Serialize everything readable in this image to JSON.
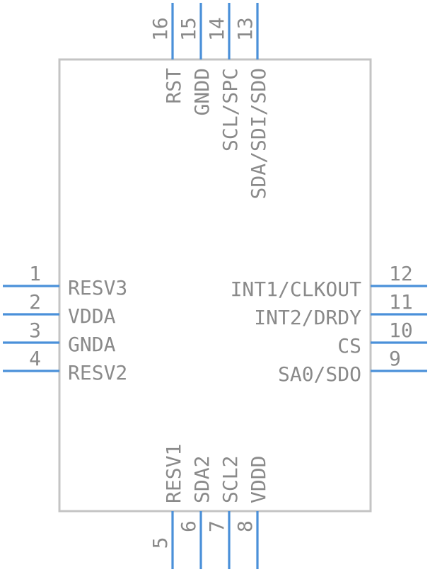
{
  "component": {
    "colors": {
      "pin": "#4a90d9",
      "outline": "#c4c4c4",
      "text": "#8a8a8a"
    },
    "pins_left": [
      {
        "number": "1",
        "label": "RESV3"
      },
      {
        "number": "2",
        "label": "VDDA"
      },
      {
        "number": "3",
        "label": "GNDA"
      },
      {
        "number": "4",
        "label": "RESV2"
      }
    ],
    "pins_right": [
      {
        "number": "12",
        "label": "INT1/CLKOUT"
      },
      {
        "number": "11",
        "label": "INT2/DRDY"
      },
      {
        "number": "10",
        "label": "CS"
      },
      {
        "number": "9",
        "label": "SA0/SDO"
      }
    ],
    "pins_top": [
      {
        "number": "16",
        "label": "RST"
      },
      {
        "number": "15",
        "label": "GNDD"
      },
      {
        "number": "14",
        "label": "SCL/SPC"
      },
      {
        "number": "13",
        "label": "SDA/SDI/SDO"
      }
    ],
    "pins_bottom": [
      {
        "number": "5",
        "label": "RESV1"
      },
      {
        "number": "6",
        "label": "SDA2"
      },
      {
        "number": "7",
        "label": "SCL2"
      },
      {
        "number": "8",
        "label": "VDDD"
      }
    ]
  }
}
